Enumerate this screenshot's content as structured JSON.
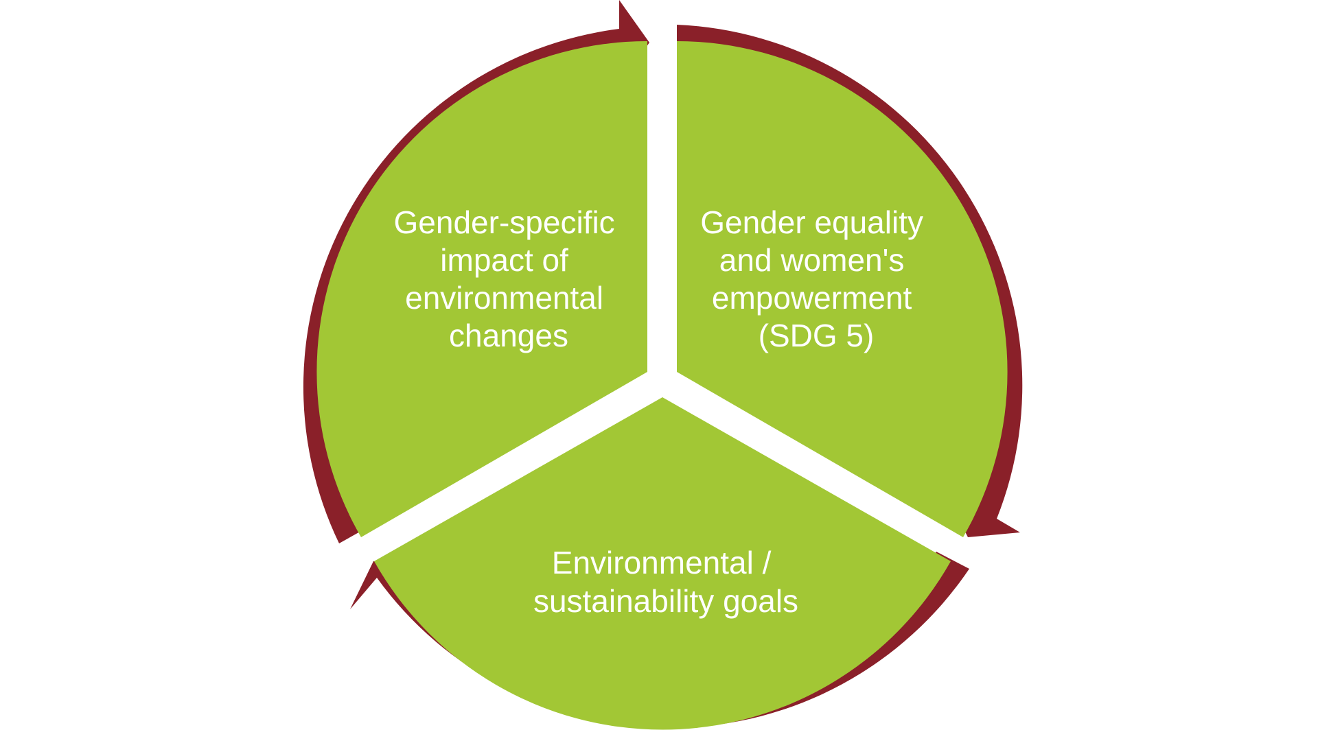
{
  "diagram": {
    "segments": [
      {
        "id": "top-left",
        "lines": [
          "Gender-specific",
          "impact of",
          "environmental",
          "changes"
        ]
      },
      {
        "id": "top-right",
        "lines": [
          "Gender equality",
          "and women's",
          "empowerment",
          "(SDG 5)"
        ]
      },
      {
        "id": "bottom",
        "lines": [
          "Environmental /",
          "sustainability goals"
        ]
      }
    ]
  },
  "colors": {
    "segment_fill": "#a2c735",
    "arrow_fill": "#8a2029",
    "gap": "#ffffff",
    "text": "#ffffff"
  }
}
